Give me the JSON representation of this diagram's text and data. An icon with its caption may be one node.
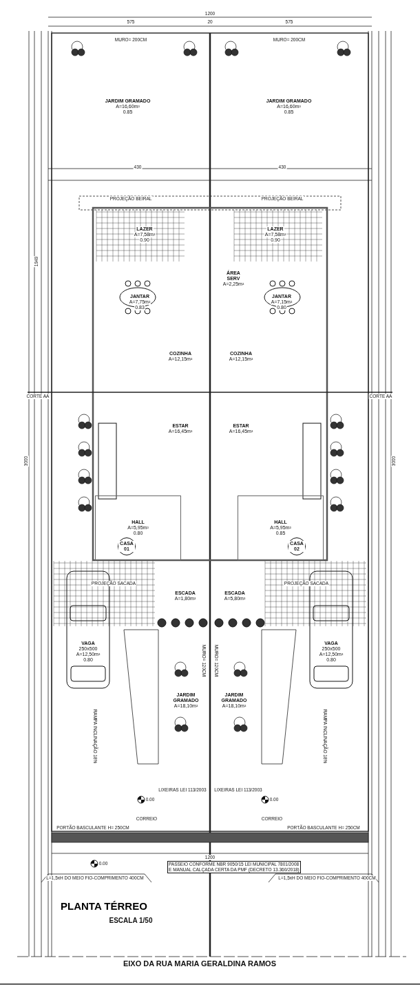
{
  "diagram": {
    "title": "PLANTA TÉRREO",
    "nodes": [
      {
        "text": [
          "JARDIM GRAMADO",
          "A=16,60m²",
          "0.85"
        ]
      },
      {
        "text": [
          "JARDIM GRAMADO",
          "A=16,60m²",
          "0.85"
        ]
      },
      {
        "text": [
          "LAZER",
          "A=7,58m²",
          "0.90"
        ]
      },
      {
        "text": [
          "LAZER",
          "A=7,58m²",
          "0.90"
        ]
      },
      {
        "text": [
          "JANTAR",
          "A=7,75m²",
          "0.83"
        ]
      },
      {
        "text": [
          "ÁREA SERV",
          "A=2,25m²"
        ]
      },
      {
        "text": [
          "JANTAR",
          "A=7,15m²",
          "0.80"
        ]
      },
      {
        "text": [
          "COZINHA",
          "A=12,15m²"
        ]
      },
      {
        "text": [
          "COZINHA",
          "A=12,15m²"
        ]
      },
      {
        "text": [
          "ESTAR",
          "A=16,45m²"
        ]
      },
      {
        "text": [
          "ESTAR",
          "A=16,45m²"
        ]
      },
      {
        "text": [
          "HALL",
          "A=5,95m²",
          "0.80"
        ]
      },
      {
        "text": [
          "HALL",
          "A=5,95m²",
          "0.85"
        ]
      },
      {
        "text": [
          "CASA 01"
        ],
        "in": 11
      },
      {
        "text": [
          "CASA 02"
        ],
        "in": 12
      },
      {
        "text": [
          "ESCADA",
          "A=1,80m²"
        ]
      },
      {
        "text": [
          "ESCADA",
          "A=5,80m²"
        ]
      },
      {
        "text": [
          "VAGA",
          "250x500",
          "A=12,50m²",
          "0.80"
        ]
      },
      {
        "text": [
          "VAGA",
          "250x500",
          "A=12,50m²",
          "0.80"
        ]
      },
      {
        "text": [
          "JARDIM GRAMADO",
          "A=18,10m²"
        ]
      },
      {
        "text": [
          "JARDIM GRAMADO",
          "A=18,10m²"
        ]
      }
    ],
    "labels": [
      "1200",
      "575",
      "20",
      "575",
      "MURO= 200CM",
      "MURO= 200CM",
      "430",
      "430",
      "PROJEÇÃO BEIRAL",
      "PROJEÇÃO BEIRAL",
      "1949",
      "CORTE AA",
      "CORTE AA",
      "3000",
      "3000",
      "PROJEÇÃO SACADA",
      "PROJEÇÃO SACADA",
      "RAMPA INCLINAÇÃO 18%",
      "RAMPA INCLINAÇÃO 18%",
      "PORTÃO BASCULANTE H= 250CM",
      "PORTÃO BASCULANTE H= 250CM",
      "LIXEIRAS LEI 113/2003",
      "LIXEIRAS LEI 113/2003",
      "CORREIO",
      "CORREIO",
      "0.00",
      "0.00",
      "0.00",
      "1200",
      "PASSEIO CONFORME NBR 9050/15 LEI MUNICIPAL 7801/2008 E MANUAL CALÇADA CERTA DA PMF (DECRETO 13.360/2018)",
      "L=1,5xH DO MEIO FIO-COMPRIMENTO 400CM",
      "L=1,5xH DO MEIO FIO-COMPRIMENTO 400CM",
      "ESCALA 1/50",
      "EIXO DA RUA MARIA GERALDINA RAMOS",
      "MURO= 120CM",
      "MURO= 120CM"
    ]
  }
}
